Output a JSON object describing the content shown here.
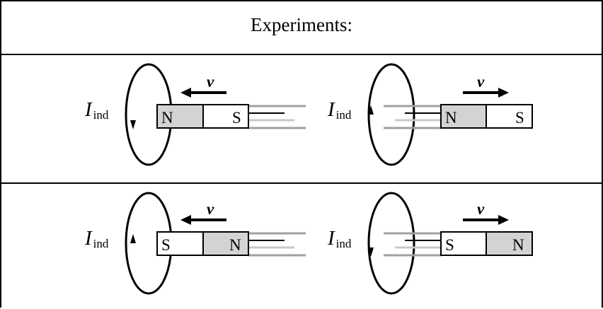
{
  "header": {
    "title": "Experiments:"
  },
  "experiments": [
    {
      "current_symbol": "I",
      "current_subscript": "ind",
      "velocity_symbol": "v",
      "velocity_direction": "left",
      "current_arrow": "down",
      "magnet_left_pole": "N",
      "magnet_right_pole": "S",
      "shaded_pole": "N"
    },
    {
      "current_symbol": "I",
      "current_subscript": "ind",
      "velocity_symbol": "v",
      "velocity_direction": "right",
      "current_arrow": "up",
      "magnet_left_pole": "N",
      "magnet_right_pole": "S",
      "shaded_pole": "N"
    },
    {
      "current_symbol": "I",
      "current_subscript": "ind",
      "velocity_symbol": "v",
      "velocity_direction": "left",
      "current_arrow": "up",
      "magnet_left_pole": "S",
      "magnet_right_pole": "N",
      "shaded_pole": "N"
    },
    {
      "current_symbol": "I",
      "current_subscript": "ind",
      "velocity_symbol": "v",
      "velocity_direction": "right",
      "current_arrow": "down",
      "magnet_left_pole": "S",
      "magnet_right_pole": "N",
      "shaded_pole": "N"
    }
  ],
  "colors": {
    "shaded_pole": "#d3d3d3",
    "rod_gray": "#a0a0a0",
    "line": "#000000"
  }
}
